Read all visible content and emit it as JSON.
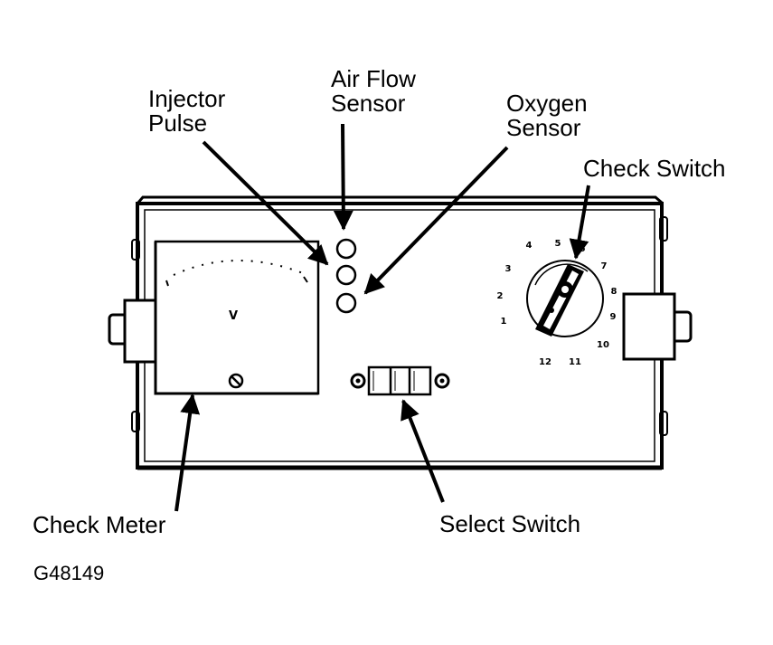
{
  "labels": {
    "injector_pulse": [
      "Injector",
      "Pulse"
    ],
    "air_flow_sensor": [
      "Air Flow",
      "Sensor"
    ],
    "oxygen_sensor": [
      "Oxygen",
      "Sensor"
    ],
    "check_switch": "Check Switch",
    "check_meter": "Check Meter",
    "select_switch": "Select Switch"
  },
  "meter_symbol": "V",
  "dial_positions": [
    "1",
    "2",
    "3",
    "4",
    "5",
    "6",
    "7",
    "8",
    "9",
    "10",
    "11",
    "12"
  ],
  "figure_id": "G48149",
  "colors": {
    "ink": "#000000",
    "paper": "#ffffff"
  },
  "icons": [
    "indicator-lamp",
    "rotary-knob",
    "screw-head"
  ]
}
